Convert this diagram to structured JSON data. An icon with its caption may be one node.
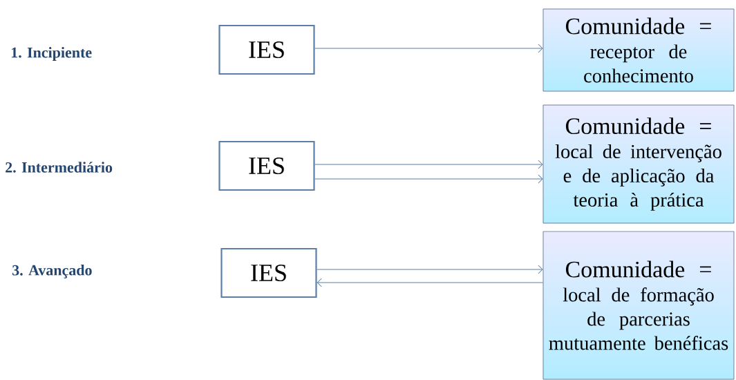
{
  "diagram": {
    "nodes": [
      {
        "text": [
          "IES"
        ]
      },
      {
        "text": [
          "Comunidade =",
          "receptor de conhecimento"
        ]
      },
      {
        "text": [
          "IES"
        ]
      },
      {
        "text": [
          "Comunidade =",
          "local de intervenção e de aplicação da teoria à prática"
        ]
      },
      {
        "text": [
          "IES"
        ]
      },
      {
        "text": [
          "Comunidade =",
          "local de formação de parcerias mutuamente benéficas"
        ]
      }
    ],
    "edges": [
      {
        "from": 0,
        "to": 1,
        "arrow": "to"
      },
      {
        "from": 2,
        "to": 3,
        "arrow": "to"
      },
      {
        "from": 2,
        "to": 3,
        "arrow": "to"
      },
      {
        "from": 4,
        "to": 5,
        "arrow": "to"
      },
      {
        "from": 5,
        "to": 4,
        "arrow": "to"
      }
    ],
    "labels": [
      "1. Incipiente",
      "2. Intermediário",
      "3. Avançado"
    ]
  }
}
